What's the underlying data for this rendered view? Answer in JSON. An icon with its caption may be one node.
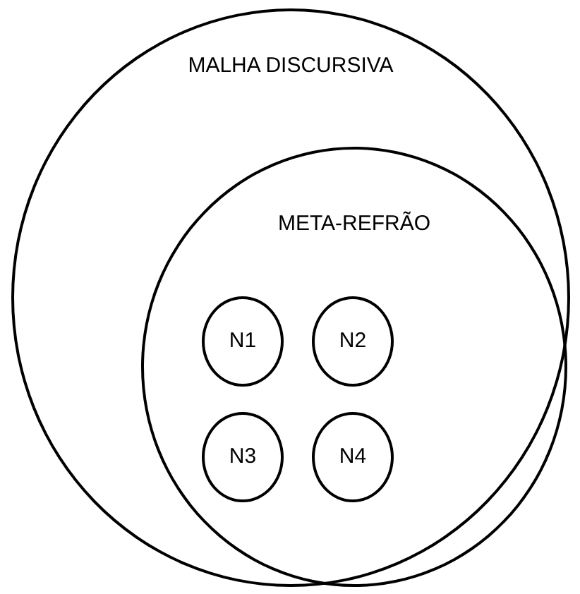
{
  "diagram": {
    "nodes": [
      {
        "text": [
          "MALHA DISCURSIVA"
        ]
      },
      {
        "text": [
          "META-REFRÃO"
        ],
        "in": 0
      },
      {
        "text": [
          "N1"
        ],
        "in": 1
      },
      {
        "text": [
          "N2"
        ],
        "in": 1
      },
      {
        "text": [
          "N3"
        ],
        "in": 1
      },
      {
        "text": [
          "N4"
        ],
        "in": 1
      }
    ]
  }
}
